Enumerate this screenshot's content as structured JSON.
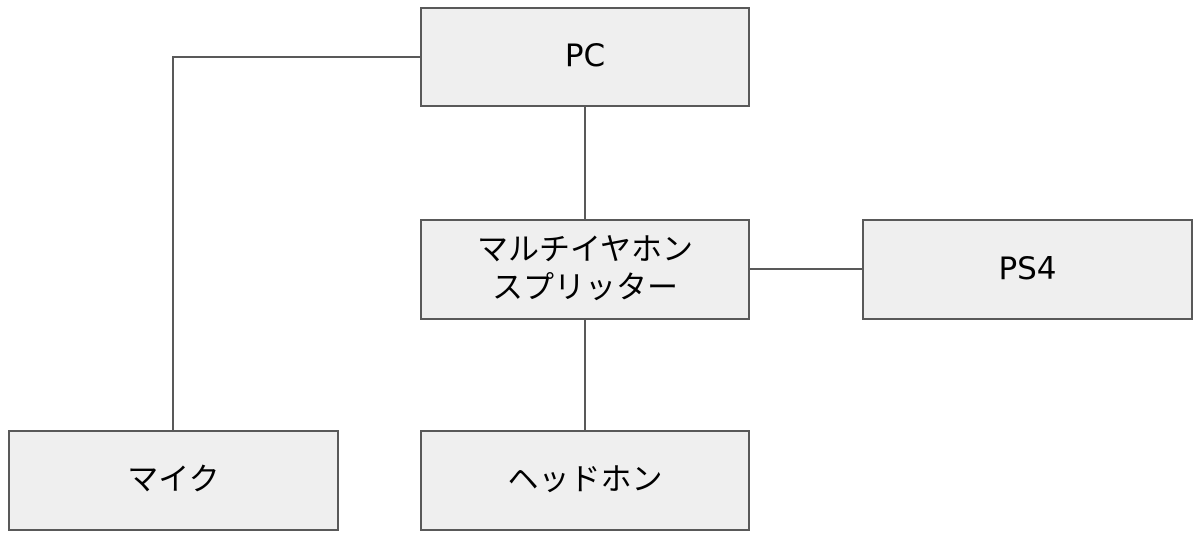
{
  "diagram": {
    "nodes": {
      "pc": "PC",
      "splitter_line1": "マルチイヤホン",
      "splitter_line2": "スプリッター",
      "ps4": "PS4",
      "mic": "マイク",
      "headphone": "ヘッドホン"
    },
    "edges": [
      {
        "from": "pc",
        "to": "mic"
      },
      {
        "from": "pc",
        "to": "splitter"
      },
      {
        "from": "splitter",
        "to": "ps4"
      },
      {
        "from": "splitter",
        "to": "headphone"
      }
    ],
    "colors": {
      "node_fill": "#efefef",
      "node_border": "#595959",
      "connector": "#595959",
      "text": "#000000"
    }
  }
}
